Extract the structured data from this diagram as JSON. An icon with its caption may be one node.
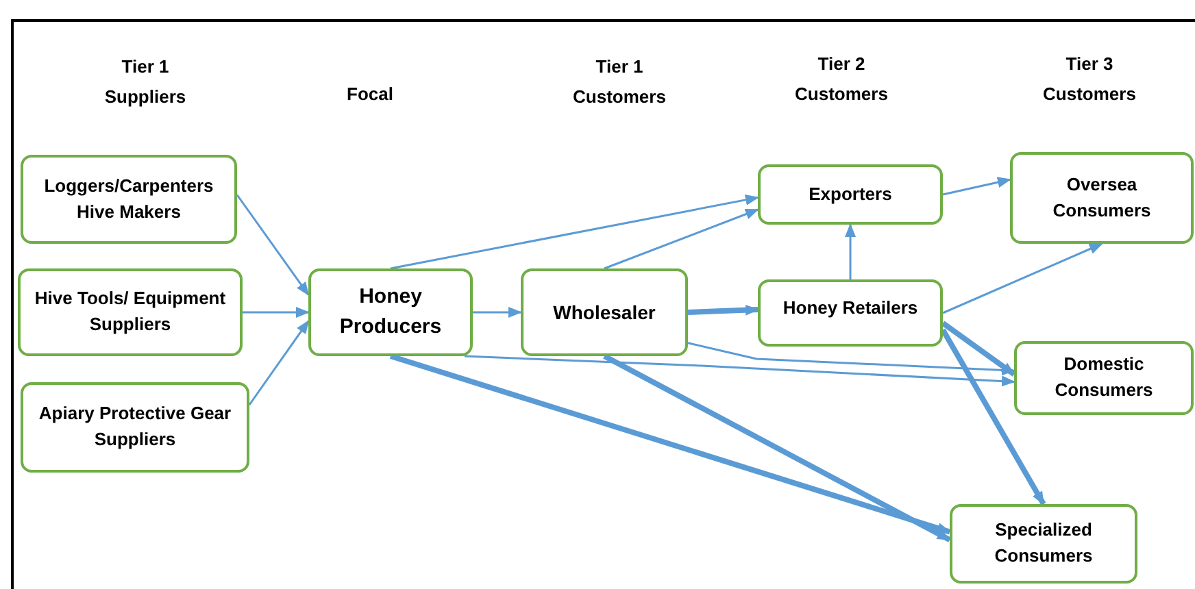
{
  "diagram": {
    "nodes": [
      {
        "text": [
          "Loggers/Carpenters Hive Makers"
        ]
      },
      {
        "text": [
          "Hive Tools/ Equipment Suppliers"
        ]
      },
      {
        "text": [
          "Apiary Protective Gear Suppliers"
        ]
      },
      {
        "text": [
          "Honey Producers"
        ]
      },
      {
        "text": [
          "Wholesaler"
        ]
      },
      {
        "text": [
          "Exporters"
        ]
      },
      {
        "text": [
          "Honey Retailers"
        ]
      },
      {
        "text": [
          "Oversea Consumers"
        ]
      },
      {
        "text": [
          "Domestic Consumers"
        ]
      },
      {
        "text": [
          "Specialized Consumers"
        ]
      }
    ],
    "edges": [
      {
        "from": 0,
        "to": 3,
        "arrow": "to"
      },
      {
        "from": 1,
        "to": 3,
        "arrow": "to"
      },
      {
        "from": 2,
        "to": 3,
        "arrow": "to"
      },
      {
        "from": 3,
        "to": 4,
        "arrow": "to"
      },
      {
        "from": 3,
        "to": 5,
        "arrow": "to"
      },
      {
        "from": 3,
        "to": 8,
        "arrow": "to"
      },
      {
        "from": 3,
        "to": 9,
        "arrow": "to",
        "style": "thick"
      },
      {
        "from": 4,
        "to": 5,
        "arrow": "to"
      },
      {
        "from": 4,
        "to": 6,
        "arrow": "to",
        "style": "thick"
      },
      {
        "from": 4,
        "to": 8,
        "arrow": "to"
      },
      {
        "from": 4,
        "to": 9,
        "arrow": "to",
        "style": "thick"
      },
      {
        "from": 6,
        "to": 5,
        "arrow": "to"
      },
      {
        "from": 5,
        "to": 7,
        "arrow": "to"
      },
      {
        "from": 6,
        "to": 7,
        "arrow": "to"
      },
      {
        "from": 6,
        "to": 8,
        "arrow": "to",
        "style": "thick"
      },
      {
        "from": 6,
        "to": 9,
        "arrow": "to",
        "style": "thick"
      }
    ],
    "labels": [
      "Tier 1 Suppliers",
      "Focal",
      "Tier 1 Customers",
      "Tier 2 Customers",
      "Tier 3 Customers"
    ]
  }
}
